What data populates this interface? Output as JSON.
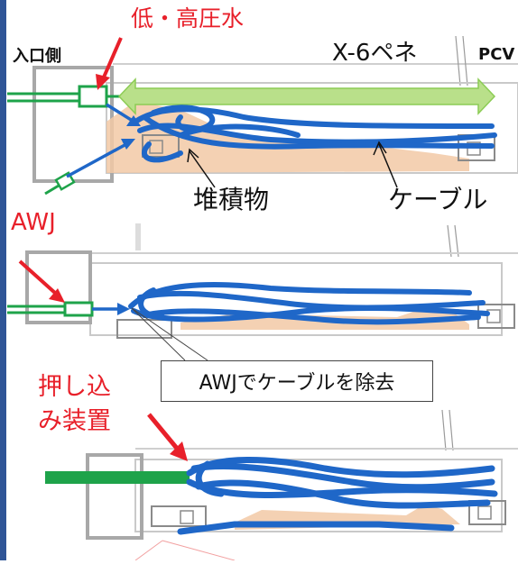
{
  "labels": {
    "low_high_water": "低・高圧水",
    "inlet_side": "入口側",
    "penetration": "X-6ペネ",
    "pcv": "PCV",
    "deposits": "堆積物",
    "cable": "ケーブル",
    "awj": "AWJ",
    "callout_remove_cable": "AWJでケーブルを除去",
    "push_in_device_line1": "押し込",
    "push_in_device_line2": "み装置"
  },
  "colors": {
    "frame_border": "#2f5597",
    "red_label": "#e8202a",
    "cable_blue": "#1f67c8",
    "pipe_green": "#1ea34a",
    "deposit_tan": "#f2c9a6",
    "double_arrow_green": "#b9e08a",
    "gray_structure": "#9a9a9a"
  }
}
